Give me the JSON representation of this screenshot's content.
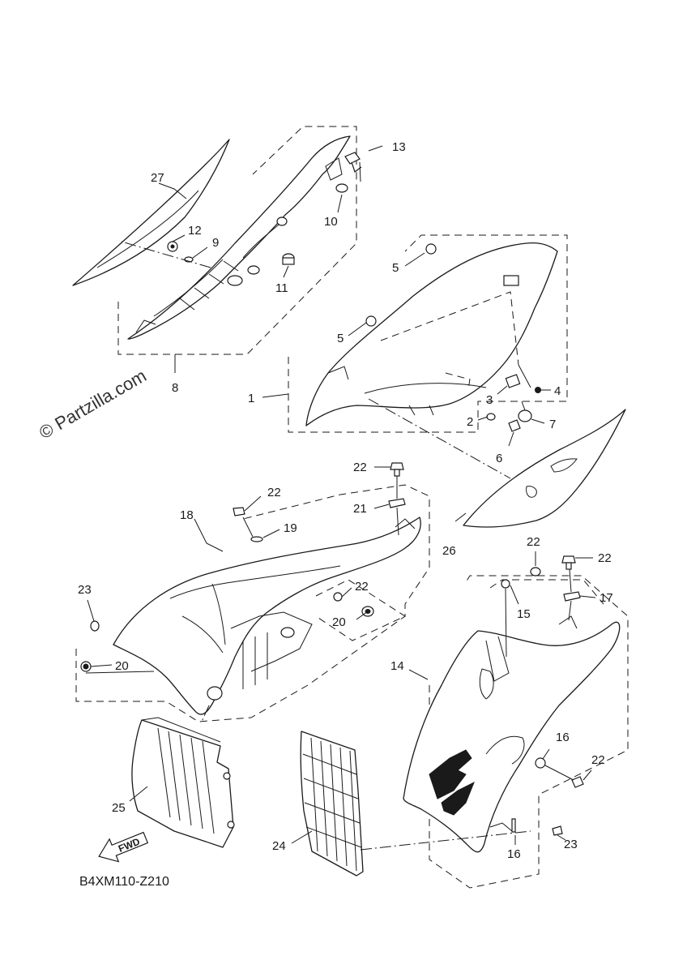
{
  "diagram_code": "B4XM110-Z210",
  "watermark": "© Partzilla.com",
  "fwd_label": "FWD",
  "callouts": {
    "c1": "1",
    "c2": "2",
    "c3": "3",
    "c4": "4",
    "c5a": "5",
    "c5b": "5",
    "c6": "6",
    "c7": "7",
    "c8": "8",
    "c9": "9",
    "c10": "10",
    "c11": "11",
    "c12": "12",
    "c13": "13",
    "c14": "14",
    "c15": "15",
    "c16a": "16",
    "c16b": "16",
    "c17": "17",
    "c18": "18",
    "c19": "19",
    "c20a": "20",
    "c20b": "20",
    "c21": "21",
    "c22a": "22",
    "c22b": "22",
    "c22c": "22",
    "c22d": "22",
    "c22e": "22",
    "c22f": "22",
    "c23a": "23",
    "c23b": "23",
    "c24": "24",
    "c25": "25",
    "c26": "26",
    "c27": "27"
  }
}
